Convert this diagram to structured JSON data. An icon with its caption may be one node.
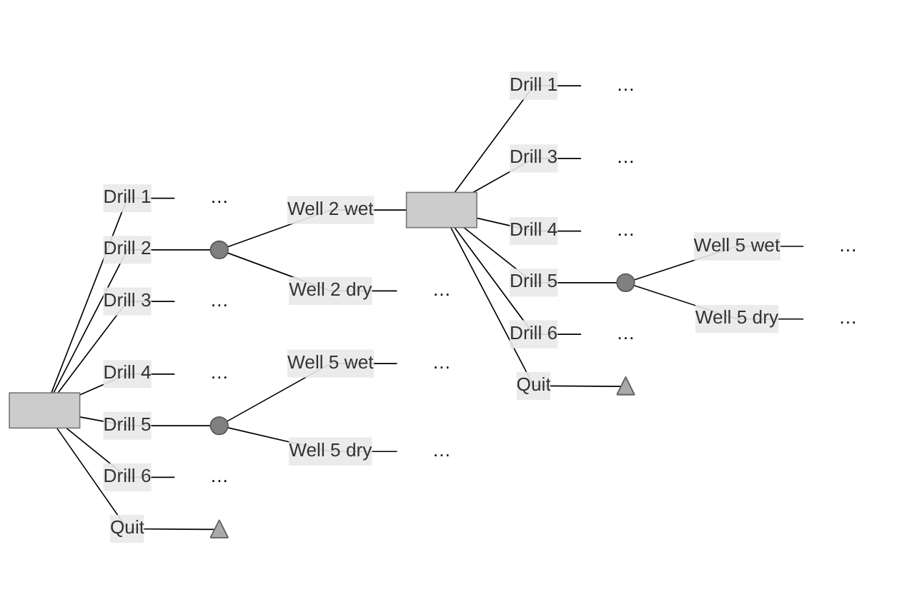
{
  "diagram": {
    "nodes": [
      {
        "text": [],
        "shape": "box"
      },
      {
        "text": [
          "…"
        ]
      },
      {
        "text": [],
        "shape": "circle"
      },
      {
        "text": [],
        "shape": "box"
      },
      {
        "text": [
          "…"
        ]
      },
      {
        "text": [
          "…"
        ]
      },
      {
        "text": [
          "…"
        ]
      },
      {
        "text": [],
        "shape": "circle"
      },
      {
        "text": [
          "…"
        ]
      },
      {
        "text": [
          "…"
        ]
      },
      {
        "text": [
          "…"
        ]
      },
      {
        "text": [],
        "shape": "triangle"
      },
      {
        "text": [
          "…"
        ]
      },
      {
        "text": [
          "…"
        ]
      },
      {
        "text": [
          "…"
        ]
      },
      {
        "text": [],
        "shape": "circle"
      },
      {
        "text": [
          "…"
        ]
      },
      {
        "text": [
          "…"
        ]
      },
      {
        "text": [
          "…"
        ]
      },
      {
        "text": [],
        "shape": "triangle"
      }
    ],
    "edges": [
      {
        "from": 0,
        "to": 1,
        "arrow": "none",
        "label": "Drill 1"
      },
      {
        "from": 0,
        "to": 2,
        "arrow": "none",
        "label": "Drill 2"
      },
      {
        "from": 2,
        "to": 3,
        "arrow": "none",
        "label": "Well 2 wet"
      },
      {
        "from": 3,
        "to": 4,
        "arrow": "none",
        "label": "Drill 1"
      },
      {
        "from": 3,
        "to": 5,
        "arrow": "none",
        "label": "Drill 3"
      },
      {
        "from": 3,
        "to": 6,
        "arrow": "none",
        "label": "Drill 4"
      },
      {
        "from": 3,
        "to": 7,
        "arrow": "none",
        "label": "Drill 5"
      },
      {
        "from": 7,
        "to": 8,
        "arrow": "none",
        "label": "Well 5 wet"
      },
      {
        "from": 7,
        "to": 9,
        "arrow": "none",
        "label": "Well 5 dry"
      },
      {
        "from": 3,
        "to": 10,
        "arrow": "none",
        "label": "Drill 6"
      },
      {
        "from": 3,
        "to": 11,
        "arrow": "none",
        "label": "Quit"
      },
      {
        "from": 2,
        "to": 12,
        "arrow": "none",
        "label": "Well 2 dry"
      },
      {
        "from": 0,
        "to": 13,
        "arrow": "none",
        "label": "Drill 3"
      },
      {
        "from": 0,
        "to": 14,
        "arrow": "none",
        "label": "Drill 4"
      },
      {
        "from": 0,
        "to": 15,
        "arrow": "none",
        "label": "Drill 5"
      },
      {
        "from": 15,
        "to": 16,
        "arrow": "none",
        "label": "Well 5 wet"
      },
      {
        "from": 15,
        "to": 17,
        "arrow": "none",
        "label": "Well 5 dry"
      },
      {
        "from": 0,
        "to": 18,
        "arrow": "none",
        "label": "Drill 6"
      },
      {
        "from": 0,
        "to": 19,
        "arrow": "none",
        "label": "Quit"
      }
    ]
  }
}
